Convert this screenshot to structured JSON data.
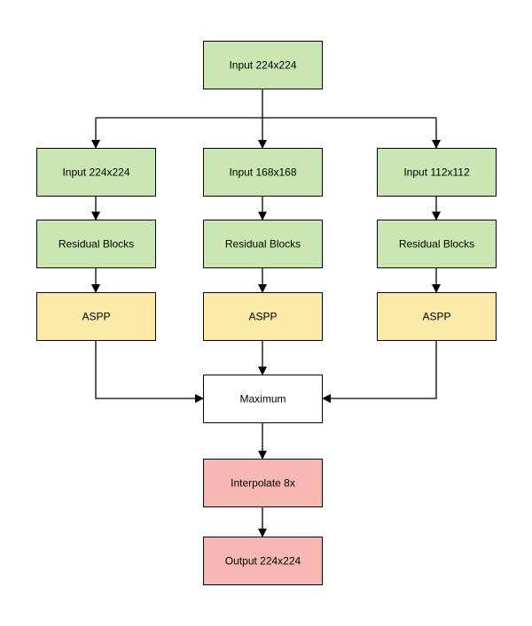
{
  "colors": {
    "input": "#c9e6b3",
    "residual": "#c9e6b3",
    "aspp": "#fdeaa8",
    "merge": "#ffffff",
    "output": "#f7b7b2",
    "stroke": "#000000"
  },
  "nodes": {
    "top_input": {
      "label": "Input 224x224",
      "role": "input"
    },
    "branch1_input": {
      "label": "Input 224x224",
      "role": "input"
    },
    "branch2_input": {
      "label": "Input 168x168",
      "role": "input"
    },
    "branch3_input": {
      "label": "Input 112x112",
      "role": "input"
    },
    "branch1_residual": {
      "label": "Residual Blocks",
      "role": "residual"
    },
    "branch2_residual": {
      "label": "Residual Blocks",
      "role": "residual"
    },
    "branch3_residual": {
      "label": "Residual Blocks",
      "role": "residual"
    },
    "branch1_aspp": {
      "label": "ASPP",
      "role": "aspp"
    },
    "branch2_aspp": {
      "label": "ASPP",
      "role": "aspp"
    },
    "branch3_aspp": {
      "label": "ASPP",
      "role": "aspp"
    },
    "maximum": {
      "label": "Maximum",
      "role": "merge"
    },
    "interpolate": {
      "label": "Interpolate 8x",
      "role": "output"
    },
    "output": {
      "label": "Output 224x224",
      "role": "output"
    }
  },
  "edges": [
    {
      "from": "top_input",
      "to": "branch1_input"
    },
    {
      "from": "top_input",
      "to": "branch2_input"
    },
    {
      "from": "top_input",
      "to": "branch3_input"
    },
    {
      "from": "branch1_input",
      "to": "branch1_residual"
    },
    {
      "from": "branch2_input",
      "to": "branch2_residual"
    },
    {
      "from": "branch3_input",
      "to": "branch3_residual"
    },
    {
      "from": "branch1_residual",
      "to": "branch1_aspp"
    },
    {
      "from": "branch2_residual",
      "to": "branch2_aspp"
    },
    {
      "from": "branch3_residual",
      "to": "branch3_aspp"
    },
    {
      "from": "branch1_aspp",
      "to": "maximum"
    },
    {
      "from": "branch2_aspp",
      "to": "maximum"
    },
    {
      "from": "branch3_aspp",
      "to": "maximum"
    },
    {
      "from": "maximum",
      "to": "interpolate"
    },
    {
      "from": "interpolate",
      "to": "output"
    }
  ]
}
